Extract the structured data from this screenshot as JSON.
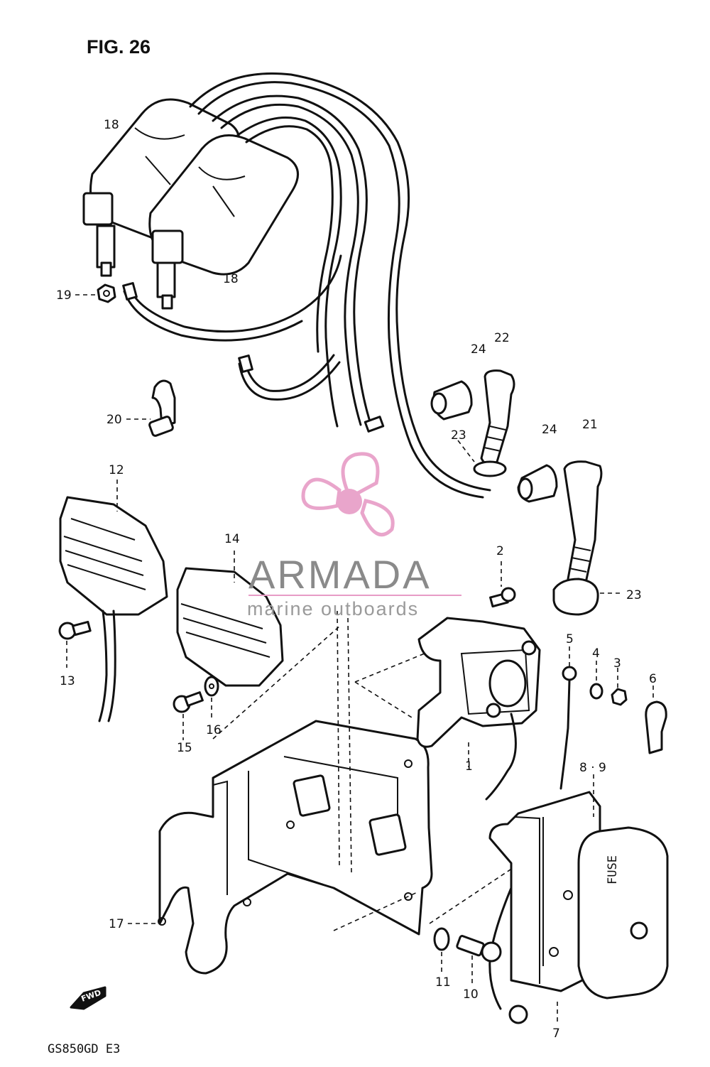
{
  "figure": {
    "title": "FIG. 26",
    "model_code": "GS850GD  E3",
    "fwd_label": "FWD"
  },
  "watermark": {
    "brand": "ARMADA",
    "tagline": "marine outboards",
    "color": "#e79cc6"
  },
  "callouts": {
    "c18a": "18",
    "c18b": "18",
    "c19": "19",
    "c20": "20",
    "c24a": "24",
    "c22": "22",
    "c23a": "23",
    "c24b": "24",
    "c21": "21",
    "c12": "12",
    "c14": "14",
    "c13": "13",
    "c15": "15",
    "c16": "16",
    "c2": "2",
    "c23b": "23",
    "c5": "5",
    "c4": "4",
    "c3": "3",
    "c6": "6",
    "c1": "1",
    "c89": "8 · 9",
    "c17": "17",
    "c11": "11",
    "c10": "10",
    "c7": "7"
  },
  "icons": [
    "fuse-box-label",
    "fwd-arrow-icon",
    "propeller-logo-icon"
  ]
}
